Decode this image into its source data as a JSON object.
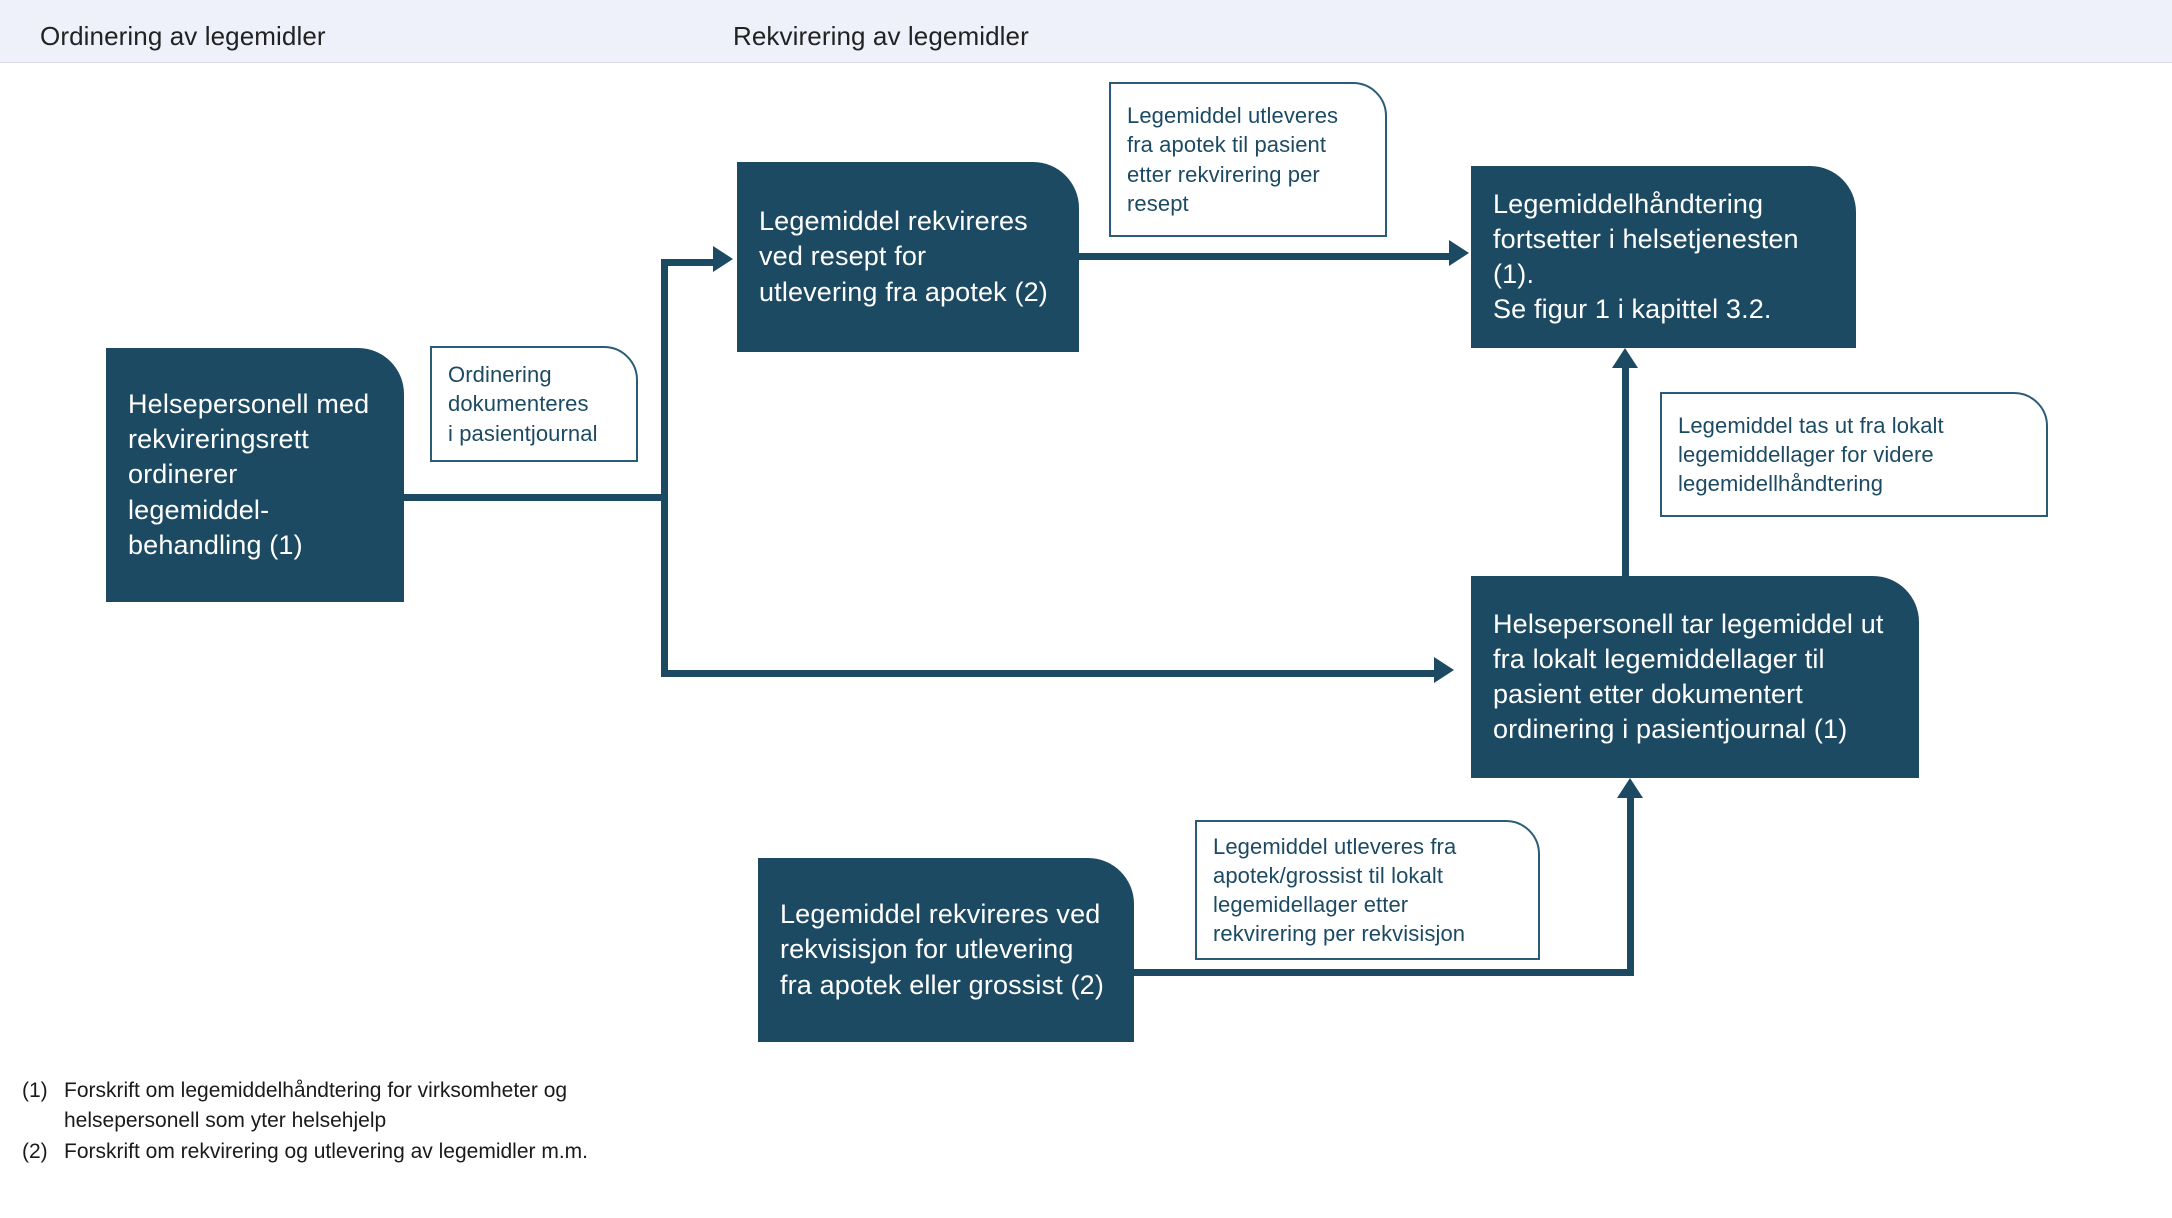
{
  "figure": {
    "type": "flowchart",
    "orientation": "left-to-right",
    "accent_dark": "#1c4a63",
    "note_border": "#2a5c77",
    "header_background": "#eef1fa",
    "node_text_color": "#ffffff"
  },
  "header": {
    "lanes": [
      {
        "label": "Ordinering av legemidler"
      },
      {
        "label": "Rekvirering av legemidler"
      }
    ]
  },
  "nodes": [
    {
      "id": "ordinerer",
      "label": "Helsepersonell med\nrekvireringsrett\nordinerer\nlegemiddel-\nbehandling (1)",
      "lane": "Ordinering av legemidler"
    },
    {
      "id": "resept",
      "label": "Legemiddel rekvireres\nved resept for\nutlevering fra apotek (2)",
      "lane": "Rekvirering av legemidler"
    },
    {
      "id": "fortsetter",
      "label": "Legemiddelhåndtering\nfortsetter i helsetjenesten\n(1).\nSe figur 1 i kapittel 3.2.",
      "lane": "Rekvirering av legemidler"
    },
    {
      "id": "uttak",
      "label": "Helsepersonell tar legemiddel ut\nfra lokalt legemiddellager til\npasient etter dokumentert\nordinering i pasientjournal (1)",
      "lane": "Rekvirering av legemidler"
    },
    {
      "id": "rekvisisjon",
      "label": "Legemiddel rekvireres ved\nrekvisisjon for utlevering\nfra apotek eller grossist (2)",
      "lane": "Rekvirering av legemidler"
    }
  ],
  "notes": [
    {
      "id": "note-ordinering",
      "label": "Ordinering\ndokumenteres\ni pasientjournal"
    },
    {
      "id": "note-resept",
      "label": "Legemiddel utleveres\nfra apotek til pasient\netter rekvirering per\nresept"
    },
    {
      "id": "note-uttak",
      "label": "Legemiddel tas ut fra lokalt\nlegemiddellager for videre\nlegemidellhåndtering"
    },
    {
      "id": "note-rekvisisjon",
      "label": "Legemiddel utleveres fra\napotek/grossist til lokalt\nlegemidellager etter\nrekvirering per rekvisisjon"
    }
  ],
  "edges": [
    {
      "from": "ordinerer",
      "to": "resept",
      "style": "orthogonal-arrow"
    },
    {
      "from": "ordinerer",
      "to": "uttak",
      "style": "orthogonal-arrow"
    },
    {
      "from": "resept",
      "to": "fortsetter",
      "style": "straight-arrow"
    },
    {
      "from": "uttak",
      "to": "fortsetter",
      "style": "straight-arrow-up"
    },
    {
      "from": "rekvisisjon",
      "to": "uttak",
      "style": "orthogonal-arrow-up"
    }
  ],
  "footnotes": [
    {
      "marker": "(1)",
      "text": "Forskrift om legemiddelhåndtering for virksomheter og\nhelsepersonell som yter helsehjelp"
    },
    {
      "marker": "(2)",
      "text": "Forskrift om rekvirering og utlevering av legemidler m.m."
    }
  ]
}
